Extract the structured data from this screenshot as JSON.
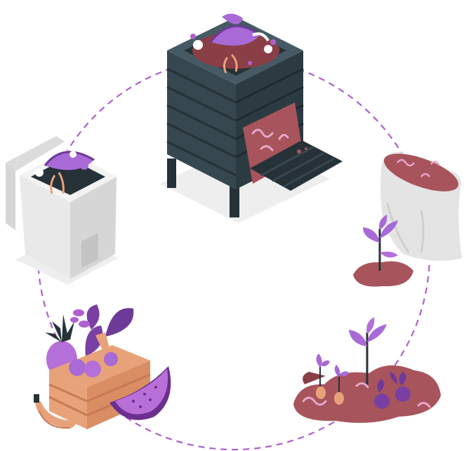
{
  "illustration": {
    "subject": "compost-cycle",
    "stages": [
      {
        "name": "kitchen-scraps-bin",
        "icon": "bin-icon"
      },
      {
        "name": "worm-composter",
        "icon": "worm-bin-icon"
      },
      {
        "name": "compost-sack",
        "icon": "sack-icon"
      },
      {
        "name": "garden-bed",
        "icon": "plant-icon"
      },
      {
        "name": "harvest-crate",
        "icon": "produce-icon"
      }
    ],
    "colors": {
      "cycle_ring": "#b15fd0",
      "bin_dark": "#37474f",
      "bin_darker": "#263238",
      "soil": "#a8545c",
      "soil_dark": "#8a3f47",
      "worm": "#e7a7c8",
      "leaf_purple": "#a86ad6",
      "leaf_dark": "#6e3a98",
      "crate": "#e8a27a",
      "crate_dark": "#c77a55",
      "white_bin": "#eeeeee",
      "white_bin_shade": "#d6d6d6",
      "watermelon_skin": "#6a2f8f",
      "watermelon_flesh": "#b86fd8"
    }
  }
}
